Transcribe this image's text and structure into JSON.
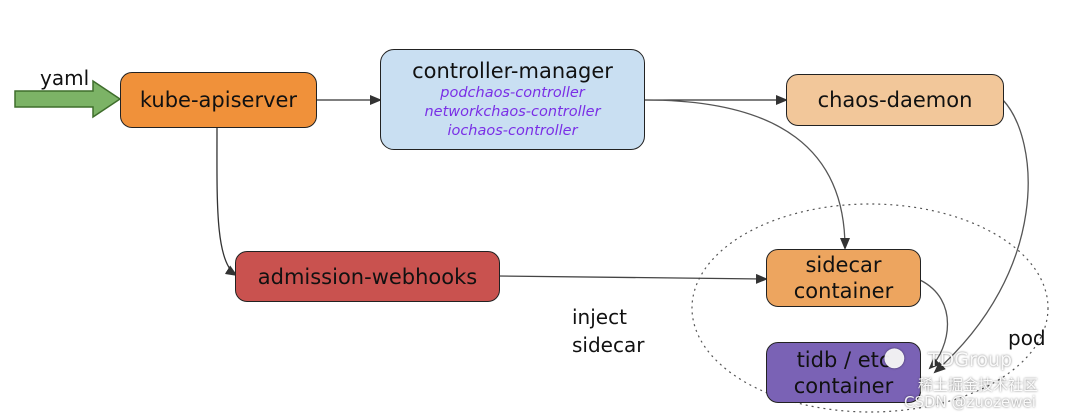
{
  "input_label": "yaml",
  "nodes": {
    "kube_apiserver": {
      "label": "kube-apiserver",
      "color": "#f0913a"
    },
    "controller_manager": {
      "label": "controller-manager",
      "controllers": [
        "podchaos-controller",
        "networkchaos-controller",
        "iochaos-controller"
      ],
      "color": "#c9dff2"
    },
    "chaos_daemon": {
      "label": "chaos-daemon",
      "color": "#f2c79a"
    },
    "admission_webhooks": {
      "label": "admission-webhooks",
      "color": "#c9524f"
    },
    "sidecar_container": {
      "label_line1": "sidecar",
      "label_line2": "container",
      "color": "#eda55f"
    },
    "tidb_container": {
      "label_line1": "tidb / etc",
      "label_line2": "container",
      "color": "#7a62b5"
    }
  },
  "annotations": {
    "inject_line1": "inject",
    "inject_line2": "sidecar",
    "pod": "pod"
  },
  "watermark": {
    "brand": "TDGroup",
    "community": "稀土掘金技术社区",
    "csdn": "CSDN @zuozewei"
  }
}
